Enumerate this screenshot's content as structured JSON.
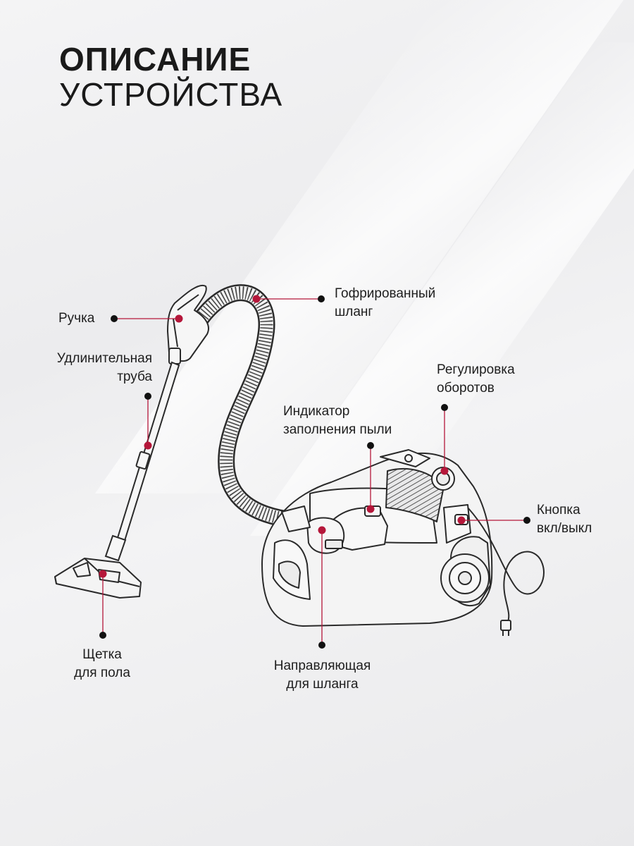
{
  "title": {
    "line1": "ОПИСАНИЕ",
    "line2": "УСТРОЙСТВА"
  },
  "labels": {
    "handle": "Ручка",
    "tube": "Удлинительная\nтруба",
    "hose": "Гофрированный\nшланг",
    "speed": "Регулировка\nоборотов",
    "indicator": "Индикатор\nзаполнения пыли",
    "power": "Кнопка\nвкл/выкл",
    "brush": "Щетка\nдля пола",
    "guide": "Направляющая\nдля шланга"
  },
  "colors": {
    "accent": "#b5173a",
    "line": "#2a2a2a",
    "dot": "#111111"
  }
}
